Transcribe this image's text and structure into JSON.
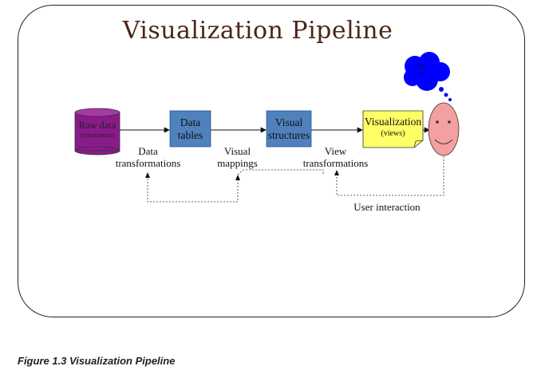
{
  "title": "Visualization Pipeline",
  "nodes": {
    "raw_data": {
      "line1": "Raw data",
      "line2": "(information)"
    },
    "data_tables": {
      "line1": "Data",
      "line2": "tables"
    },
    "visual_structures": {
      "line1": "Visual",
      "line2": "structures"
    },
    "visualization": {
      "line1": "Visualization",
      "line2": "(views)"
    },
    "thought_bubble": {
      "line1": "Tas",
      "line2": "k"
    }
  },
  "transforms": {
    "data": {
      "line1": "Data",
      "line2": "transformations"
    },
    "visual": {
      "line1": "Visual",
      "line2": "mappings"
    },
    "view": {
      "line1": "View",
      "line2": "transformations"
    }
  },
  "user_interaction": "User interaction",
  "caption": "Figure 1.3 Visualization Pipeline",
  "colors": {
    "raw_data": "#8b1a8b",
    "blue_box": "#4f81bd",
    "visualization": "#ffff66",
    "face": "#f4a0a0",
    "bubble": "#0000ff",
    "title": "#4a2518"
  }
}
